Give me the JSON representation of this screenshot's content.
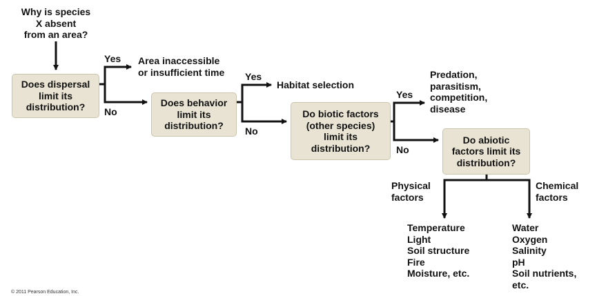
{
  "start_question": "Why is species\nX absent\nfrom an area?",
  "nodes": {
    "dispersal": "Does dispersal\nlimit its\ndistribution?",
    "behavior": "Does behavior\nlimit its\ndistribution?",
    "biotic": "Do biotic factors\n(other species)\nlimit its\ndistribution?",
    "abiotic": "Do abiotic\nfactors limit its\ndistribution?"
  },
  "outcomes": {
    "dispersal_yes": "Area inaccessible\nor insufficient time",
    "behavior_yes": "Habitat selection",
    "biotic_yes": "Predation,\nparasitism,\ncompetition,\ndisease",
    "physical_list": "Temperature\nLight\nSoil structure\nFire\nMoisture, etc.",
    "chemical_list": "Water\nOxygen\nSalinity\npH\nSoil nutrients,\netc."
  },
  "branch_labels": {
    "yes": "Yes",
    "no": "No",
    "physical": "Physical\nfactors",
    "chemical": "Chemical\nfactors"
  },
  "copyright": "© 2011 Pearson Education, Inc.",
  "colors": {
    "box_fill": "#e8e3d2",
    "box_border": "#cbc4ad",
    "line": "#111111"
  }
}
